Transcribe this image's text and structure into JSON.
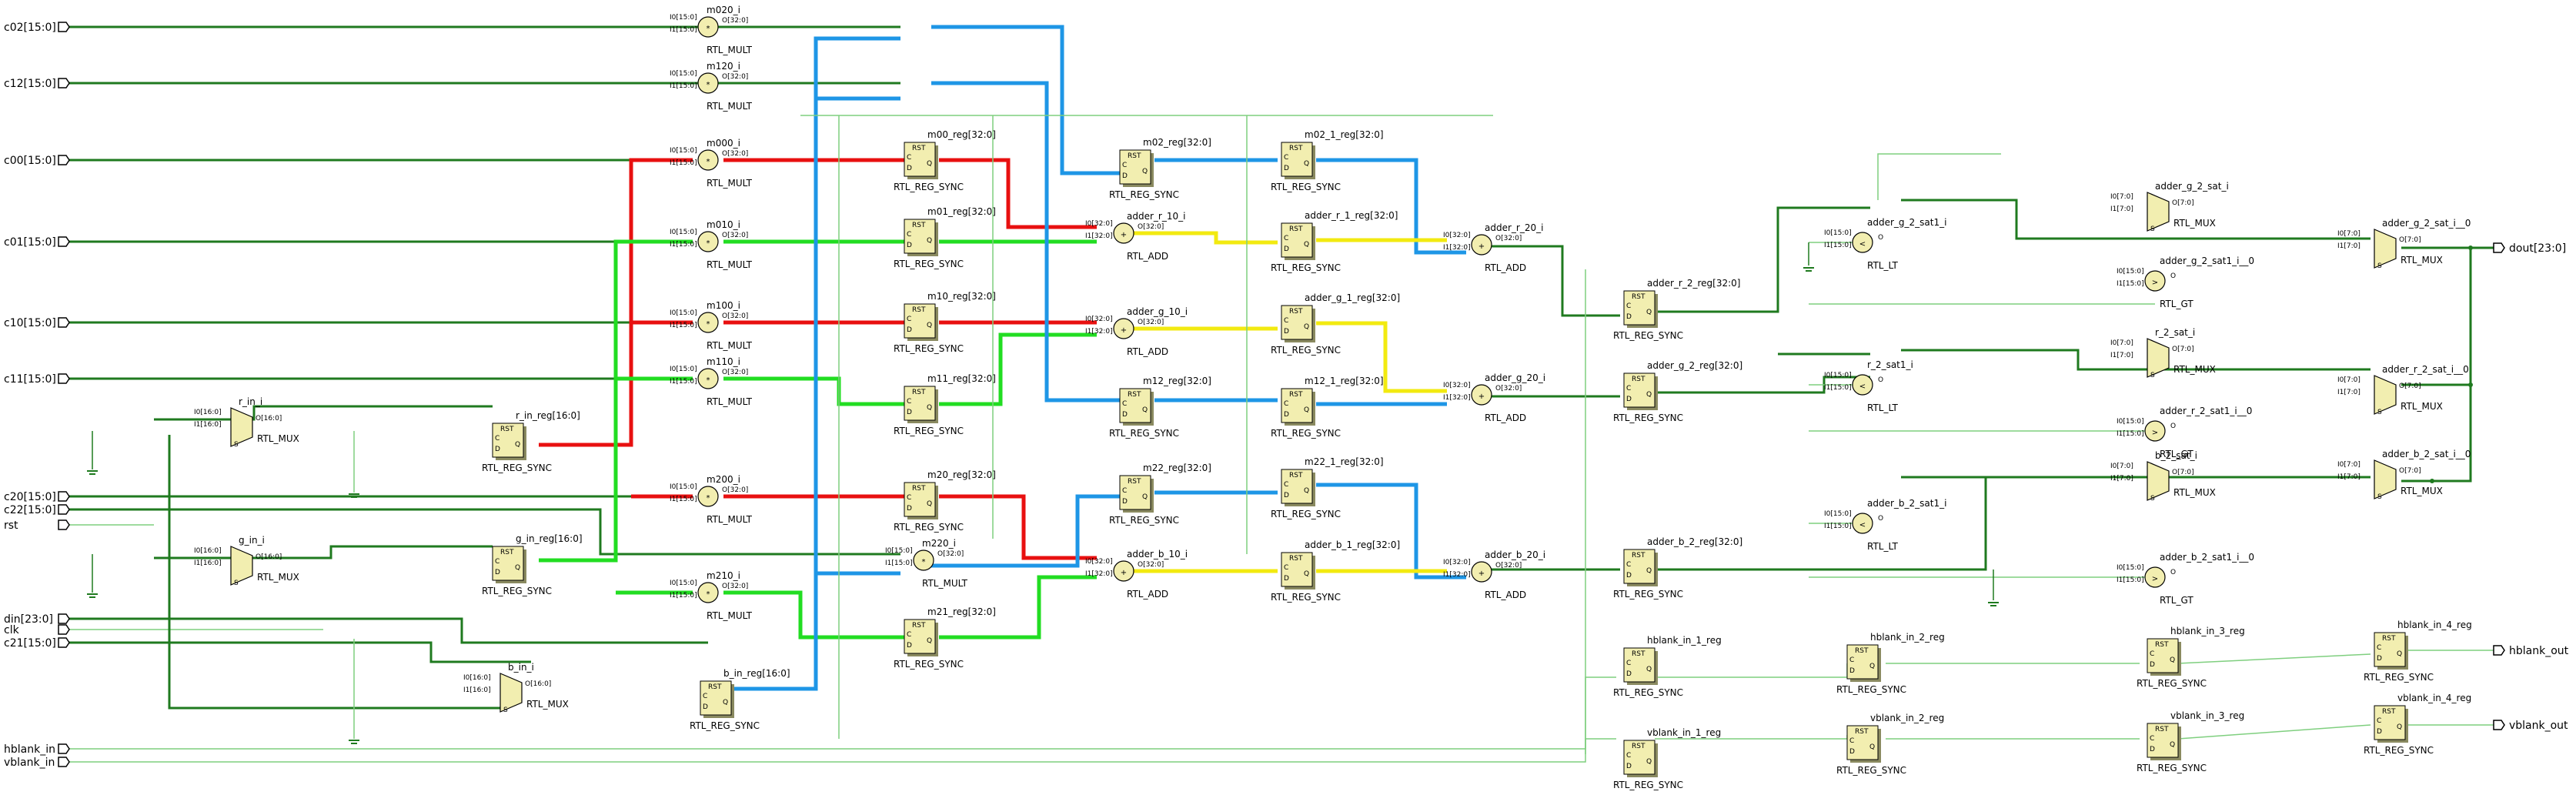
{
  "colors": {
    "background": "#ffffff",
    "net": "#1f7a1f",
    "net_light": "#7fcf7f",
    "red": "#e81010",
    "green": "#22dd22",
    "blue": "#1e96e6",
    "yellow": "#f2ea10",
    "cell_fill": "#f2eeb0",
    "cell_edge": "#000000"
  },
  "inputs": [
    "c02[15:0]",
    "c12[15:0]",
    "c00[15:0]",
    "c01[15:0]",
    "c10[15:0]",
    "c11[15:0]",
    "c20[15:0]",
    "c22[15:0]",
    "rst",
    "din[23:0]",
    "clk",
    "c21[15:0]",
    "hblank_in",
    "vblank_in"
  ],
  "outputs": [
    "dout[23:0]",
    "hblank_out",
    "vblank_out"
  ],
  "types": {
    "mult": "RTL_MULT",
    "reg": "RTL_REG_SYNC",
    "add": "RTL_ADD",
    "mux": "RTL_MUX",
    "lt": "RTL_LT",
    "gt": "RTL_GT"
  },
  "pins": {
    "rst": "RST",
    "c": "C",
    "d": "D",
    "q": "Q",
    "i0_16": "I0[15:0]",
    "i1_16": "I1[15:0]",
    "i0_32": "I0[32:0]",
    "i1_32": "I1[32:0]",
    "o32": "O[32:0]",
    "o16": "O[16:0]",
    "o8": "O[7:0]",
    "m_i0_16": "I0[16:0]",
    "m_i1_16": "I1[16:0]",
    "m_i0_8": "I0[7:0]",
    "m_i1_8": "I1[7:0]",
    "s": "S",
    "o": "O",
    "plus": "+",
    "times": "*",
    "lt": "<",
    "gt": ">"
  },
  "mults": [
    "m020_i",
    "m120_i",
    "m000_i",
    "m010_i",
    "m100_i",
    "m110_i",
    "m200_i",
    "m210_i",
    "m220_i"
  ],
  "muxes": [
    "r_in_i",
    "g_in_i",
    "b_in_i",
    "adder_g_2_sat_i",
    "r_2_sat_i",
    "b_2_sat_i",
    "adder_g_2_sat_i__0",
    "adder_r_2_sat_i__0",
    "adder_b_2_sat_i__0"
  ],
  "regs": [
    "r_in_reg[16:0]",
    "g_in_reg[16:0]",
    "b_in_reg[16:0]",
    "m00_reg[32:0]",
    "m01_reg[32:0]",
    "m10_reg[32:0]",
    "m11_reg[32:0]",
    "m20_reg[32:0]",
    "m21_reg[32:0]",
    "m02_reg[32:0]",
    "m12_reg[32:0]",
    "m22_reg[32:0]",
    "m02_1_reg[32:0]",
    "adder_r_1_reg[32:0]",
    "adder_g_1_reg[32:0]",
    "m12_1_reg[32:0]",
    "m22_1_reg[32:0]",
    "adder_b_1_reg[32:0]",
    "adder_r_2_reg[32:0]",
    "adder_g_2_reg[32:0]",
    "adder_b_2_reg[32:0]",
    "hblank_in_1_reg",
    "vblank_in_1_reg",
    "hblank_in_2_reg",
    "vblank_in_2_reg",
    "hblank_in_3_reg",
    "vblank_in_3_reg",
    "hblank_in_4_reg",
    "vblank_in_4_reg"
  ],
  "adders": [
    "adder_r_10_i",
    "adder_g_10_i",
    "adder_b_10_i",
    "adder_r_20_i",
    "adder_g_20_i",
    "adder_b_20_i"
  ],
  "comparators": [
    "adder_g_2_sat1_i",
    "adder_g_2_sat1_i__0",
    "r_2_sat1_i",
    "adder_r_2_sat1_i__0",
    "adder_b_2_sat1_i",
    "adder_b_2_sat1_i__0"
  ]
}
